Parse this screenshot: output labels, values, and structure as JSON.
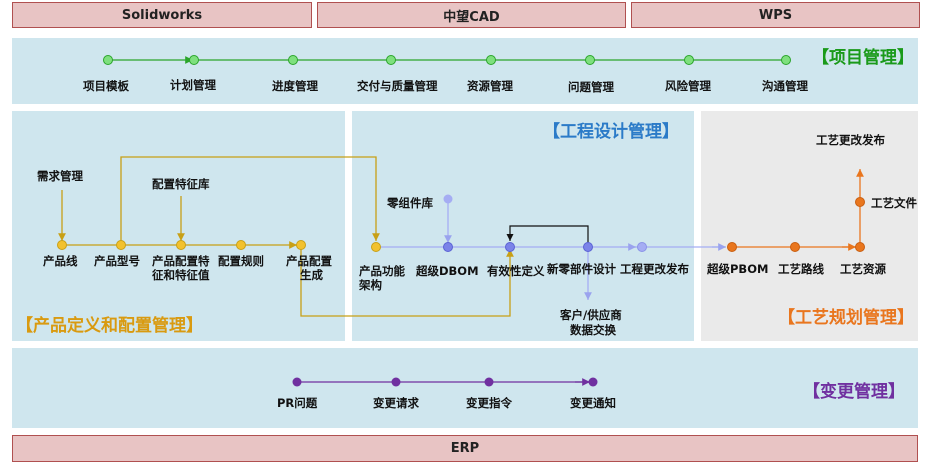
{
  "top_bar": [
    "Solidworks",
    "中望CAD",
    "WPS"
  ],
  "bottom_bar": "ERP",
  "project": {
    "title": "【项目管理】",
    "items": [
      "项目模板",
      "计划管理",
      "进度管理",
      "交付与质量管理",
      "资源管理",
      "问题管理",
      "风险管理",
      "沟通管理"
    ]
  },
  "product": {
    "title": "【产品定义和配置管理】",
    "req": "需求管理",
    "feat_lib": "配置特征库",
    "line": "产品线",
    "model": "产品型号",
    "feat_val_1": "产品配置特",
    "feat_val_2": "征和特征值",
    "rules": "配置规则",
    "gen_1": "产品配置",
    "gen_2": "生成"
  },
  "engineering": {
    "title": "【工程设计管理】",
    "lib": "零组件库",
    "func_1": "产品功能",
    "func_2": "架构",
    "sbom": "超级DBOM",
    "eff": "有效性定义",
    "newpart": "新零部件设计",
    "ecn": "工程更改发布",
    "cust_1": "客户/供应商",
    "cust_2": "数据交换"
  },
  "process": {
    "title": "【工艺规划管理】",
    "pbom": "超级PBOM",
    "route": "工艺路线",
    "res": "工艺资源",
    "file": "工艺文件",
    "pub": "工艺更改发布"
  },
  "change": {
    "title": "【变更管理】",
    "items": [
      "PR问题",
      "变更请求",
      "变更指令",
      "变更通知"
    ]
  },
  "colors": {
    "green": "#2aa52a",
    "green_fill": "#7ee07e",
    "yellow": "#e3b31b",
    "yellow_line": "#c8a016",
    "blue_node": "#7b83e8",
    "blue_line": "#a5adf3",
    "orange": "#e9761e",
    "purple": "#7030a0",
    "panel_blue": "#cfe6ee",
    "panel_gray": "#eaeaea",
    "bar_pink": "#e8c4c4"
  }
}
